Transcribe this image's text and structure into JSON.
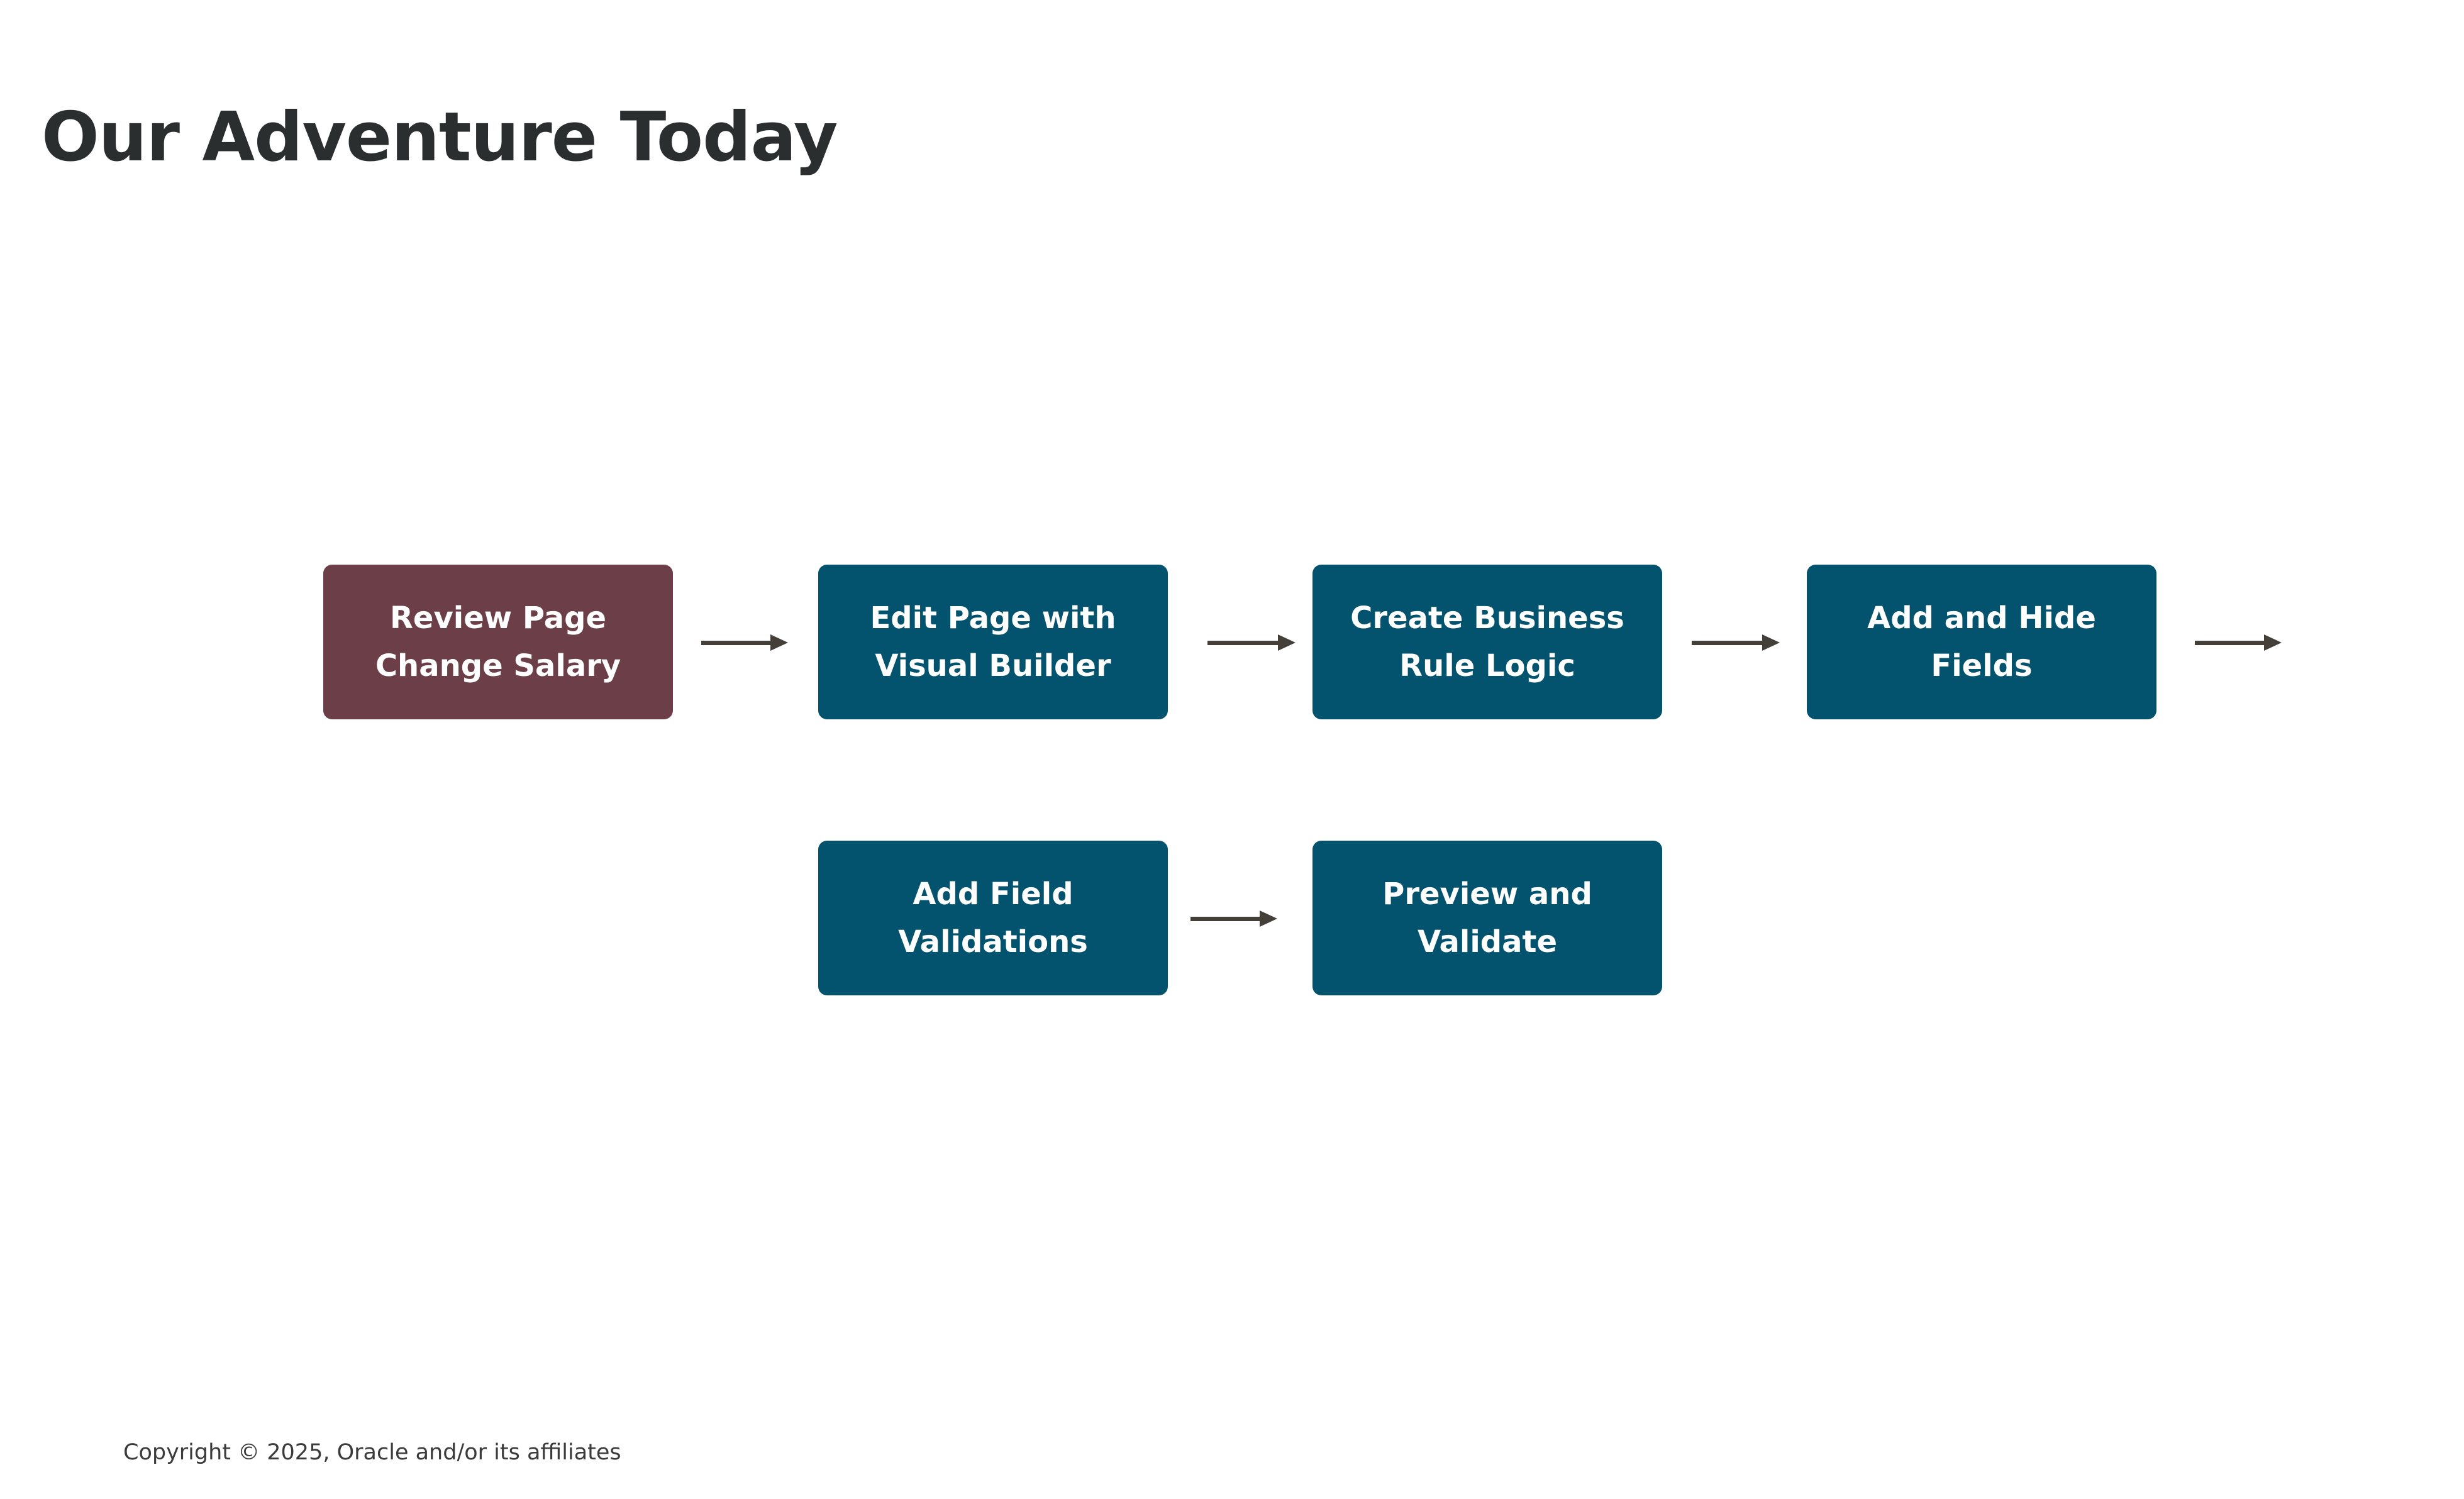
{
  "title": "Our Adventure Today",
  "steps": [
    {
      "label": "Review Page\nChange Salary",
      "state": "active"
    },
    {
      "label": "Edit Page with\nVisual Builder",
      "state": "normal"
    },
    {
      "label": "Create Business\nRule Logic",
      "state": "normal"
    },
    {
      "label": "Add and Hide\nFields",
      "state": "normal"
    },
    {
      "label": "Add Field\nValidations",
      "state": "normal"
    },
    {
      "label": "Preview and\nValidate",
      "state": "normal"
    }
  ],
  "colors": {
    "active_step": "#6c3f48",
    "step": "#04536e",
    "arrow": "#453f3a",
    "title": "#2b2e2f"
  },
  "footer": {
    "copyright": "Copyright © 2025, Oracle and/or its affiliates"
  }
}
